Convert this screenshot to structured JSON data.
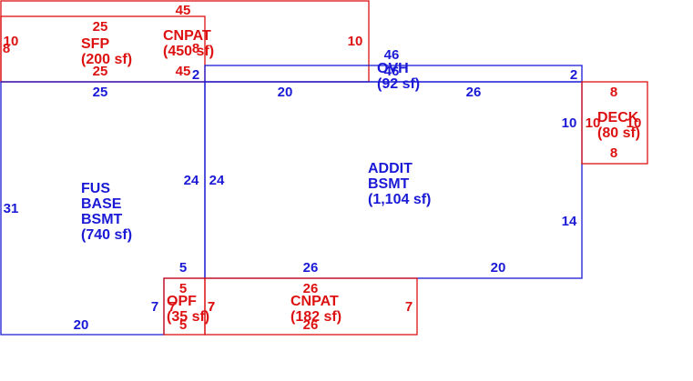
{
  "colors": {
    "blue": "#1a1ad6",
    "red": "#dd1111"
  },
  "areas": [
    {
      "id": "fus-base-bsmt",
      "color": "blue",
      "name_lines": [
        "FUS",
        "BASE",
        "BSMT"
      ],
      "area": "(740 sf)"
    },
    {
      "id": "addit-bsmt",
      "color": "blue",
      "name_lines": [
        "ADDIT",
        "BSMT"
      ],
      "area": "(1,104 sf)"
    },
    {
      "id": "ovh",
      "color": "blue",
      "name_lines": [
        "OVH"
      ],
      "area": "(92 sf)"
    },
    {
      "id": "sfp",
      "color": "red",
      "name_lines": [
        "SFP"
      ],
      "area": "(200 sf)"
    },
    {
      "id": "cnpat-top",
      "color": "red",
      "name_lines": [
        "CNPAT"
      ],
      "area": "(450 sf)"
    },
    {
      "id": "deck",
      "color": "red",
      "name_lines": [
        "DECK"
      ],
      "area": "(80 sf)"
    },
    {
      "id": "opf",
      "color": "red",
      "name_lines": [
        "OPF"
      ],
      "area": "(35 sf)"
    },
    {
      "id": "cnpat-bottom",
      "color": "red",
      "name_lines": [
        "CNPAT"
      ],
      "area": "(182 sf)"
    }
  ],
  "dimensions": [
    {
      "area": "cnpat-top",
      "text": "45"
    },
    {
      "area": "cnpat-top",
      "text": "45"
    },
    {
      "area": "cnpat-top",
      "text": "10"
    },
    {
      "area": "cnpat-top",
      "text": "8"
    },
    {
      "area": "sfp",
      "text": "25"
    },
    {
      "area": "sfp",
      "text": "25"
    },
    {
      "area": "sfp",
      "text": "10"
    },
    {
      "area": "sfp",
      "text": "8"
    },
    {
      "area": "ovh",
      "text": "46"
    },
    {
      "area": "ovh",
      "text": "46"
    },
    {
      "area": "ovh",
      "text": "2"
    },
    {
      "area": "ovh",
      "text": "2"
    },
    {
      "area": "fus-base-bsmt",
      "text": "25"
    },
    {
      "area": "fus-base-bsmt",
      "text": "31"
    },
    {
      "area": "fus-base-bsmt",
      "text": "24"
    },
    {
      "area": "fus-base-bsmt",
      "text": "5"
    },
    {
      "area": "fus-base-bsmt",
      "text": "7"
    },
    {
      "area": "fus-base-bsmt",
      "text": "20"
    },
    {
      "area": "addit-bsmt",
      "text": "20"
    },
    {
      "area": "addit-bsmt",
      "text": "26"
    },
    {
      "area": "addit-bsmt",
      "text": "24"
    },
    {
      "area": "addit-bsmt",
      "text": "10"
    },
    {
      "area": "addit-bsmt",
      "text": "14"
    },
    {
      "area": "addit-bsmt",
      "text": "26"
    },
    {
      "area": "addit-bsmt",
      "text": "20"
    },
    {
      "area": "deck",
      "text": "8"
    },
    {
      "area": "deck",
      "text": "8"
    },
    {
      "area": "deck",
      "text": "10"
    },
    {
      "area": "deck",
      "text": "10"
    },
    {
      "area": "opf",
      "text": "5"
    },
    {
      "area": "opf",
      "text": "5"
    },
    {
      "area": "opf",
      "text": "7"
    },
    {
      "area": "opf",
      "text": "7"
    },
    {
      "area": "cnpat-bottom",
      "text": "26"
    },
    {
      "area": "cnpat-bottom",
      "text": "26"
    },
    {
      "area": "cnpat-bottom",
      "text": "7"
    },
    {
      "area": "cnpat-bottom",
      "text": "7"
    }
  ]
}
